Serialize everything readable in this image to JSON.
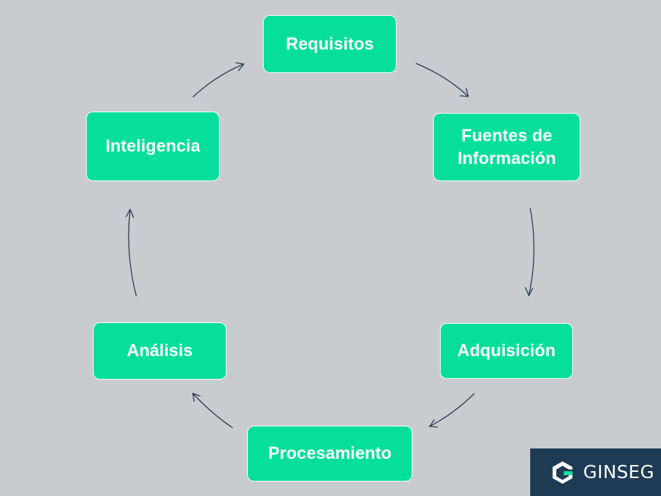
{
  "diagram": {
    "nodes": [
      {
        "id": "requisitos",
        "label": "Requisitos"
      },
      {
        "id": "fuentes",
        "label": "Fuentes de Información"
      },
      {
        "id": "adquisicion",
        "label": "Adquisición"
      },
      {
        "id": "procesamiento",
        "label": "Procesamiento"
      },
      {
        "id": "analisis",
        "label": "Análisis"
      },
      {
        "id": "inteligencia",
        "label": "Inteligencia"
      }
    ],
    "edges": [
      {
        "from": "requisitos",
        "to": "fuentes"
      },
      {
        "from": "fuentes",
        "to": "adquisicion"
      },
      {
        "from": "adquisicion",
        "to": "procesamiento"
      },
      {
        "from": "procesamiento",
        "to": "analisis"
      },
      {
        "from": "analisis",
        "to": "inteligencia"
      },
      {
        "from": "inteligencia",
        "to": "requisitos"
      }
    ]
  },
  "logo": {
    "text": "GINSEG",
    "icon": "ginseg-logo-icon"
  },
  "colors": {
    "background": "#c8cbcf",
    "node_fill": "#05df9a",
    "node_text": "#ffffff",
    "arrow": "#1f3550",
    "logo_bg": "#1d3b55",
    "logo_accent": "#05df9a"
  }
}
